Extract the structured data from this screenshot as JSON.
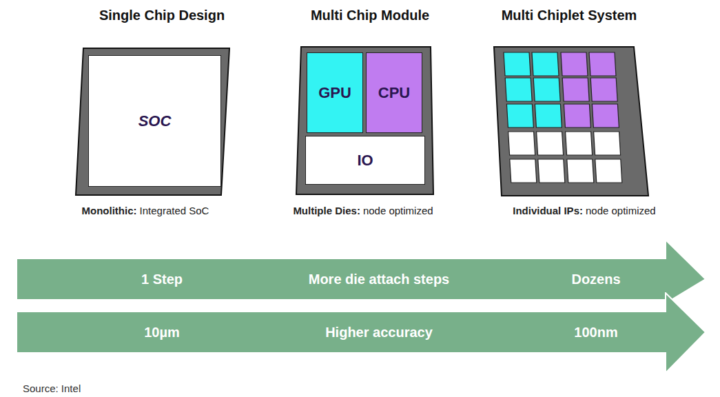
{
  "diagram": {
    "caption": "Source: Intel",
    "nodes": [
      {
        "text": [
          "SOC"
        ]
      },
      {
        "text": [
          "GPU"
        ]
      },
      {
        "text": [
          "CPU"
        ]
      },
      {
        "text": [
          "IO"
        ]
      },
      {
        "text": [
          "1 Step",
          "More die attach steps",
          "Dozens"
        ]
      },
      {
        "text": [
          "10µm",
          "Higher accuracy",
          "100nm"
        ]
      }
    ],
    "labels": [
      "Single Chip Design",
      "Multi Chip Module",
      "Multi Chiplet System",
      "Monolithic:",
      "Integrated SoC",
      "Multiple Dies:",
      "node optimized",
      "Individual IPs:",
      "node optimized"
    ]
  }
}
